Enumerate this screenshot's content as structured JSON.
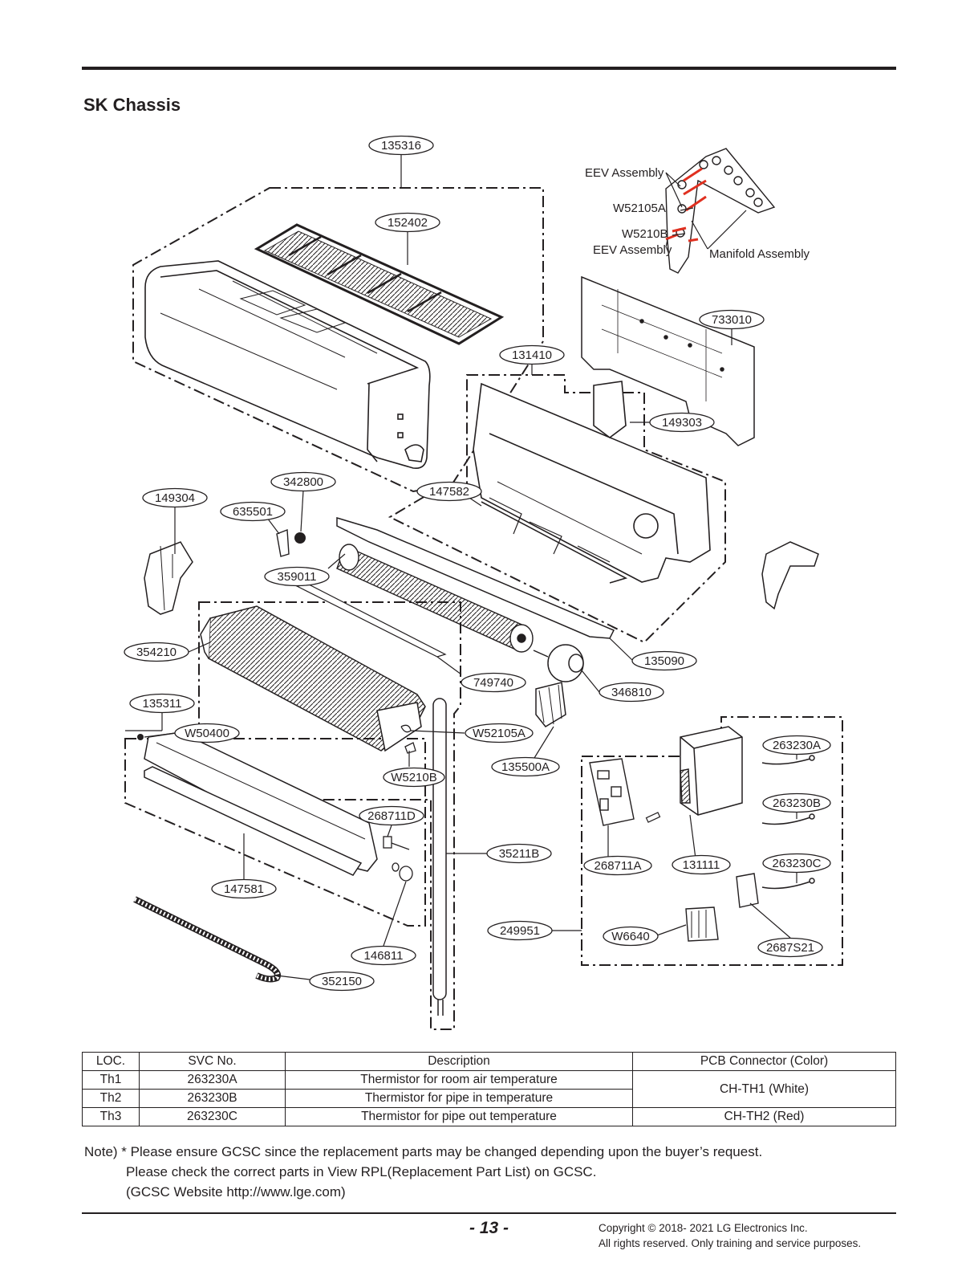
{
  "section_title": "SK Chassis",
  "callouts": {
    "c135316": "135316",
    "c152402": "152402",
    "c733010": "733010",
    "c131410": "131410",
    "c149303": "149303",
    "c342800": "342800",
    "c147582": "147582",
    "c149304": "149304",
    "c635501": "635501",
    "c359011": "359011",
    "c354210": "354210",
    "c135090": "135090",
    "c749740": "749740",
    "c346810": "346810",
    "c135311": "135311",
    "c W50400": "",
    "cW50400": "W50400",
    "cW52105A_b": "W52105A",
    "c135500A": "135500A",
    "cW5210B_b": "W5210B",
    "c268711D": "268711D",
    "c35211B": "35211B",
    "c147581": "147581",
    "c146811": "146811",
    "c352150": "352150",
    "c249951": "249951",
    "cW6640": "W6640",
    "c268711A": "268711A",
    "c131111": "131111",
    "c263230A": "263230A",
    "c263230B": "263230B",
    "c263230C": "263230C",
    "c2687S21": "2687S21"
  },
  "labels": {
    "eev_assembly_top": "EEV Assembly",
    "w52105a_top": "W52105A",
    "w5210b_top": "W5210B",
    "eev_assembly_bottom": "EEV Assembly",
    "manifold_assembly": "Manifold Assembly"
  },
  "table": {
    "headers": [
      "LOC.",
      "SVC No.",
      "Description",
      "PCB Connector (Color)"
    ],
    "rows": [
      {
        "loc": "Th1",
        "svc": "263230A",
        "desc": "Thermistor for room air temperature"
      },
      {
        "loc": "Th2",
        "svc": "263230B",
        "desc": "Thermistor for pipe in temperature"
      },
      {
        "loc": "Th3",
        "svc": "263230C",
        "desc": "Thermistor for pipe out temperature"
      }
    ],
    "connector_th12": "CH-TH1 (White)",
    "connector_th3": "CH-TH2 (Red)"
  },
  "note": {
    "line1": "Note) * Please ensure GCSC since the replacement parts may be changed depending upon the buyer’s request.",
    "line2": "Please check the correct parts in View RPL(Replacement Part List) on GCSC.",
    "line3": "(GCSC Website http://www.lge.com)"
  },
  "page_number": "- 13 -",
  "copyright": {
    "line1": "Copyright © 2018- 2021 LG Electronics Inc.",
    "line2": "All rights reserved. Only training and service purposes."
  }
}
